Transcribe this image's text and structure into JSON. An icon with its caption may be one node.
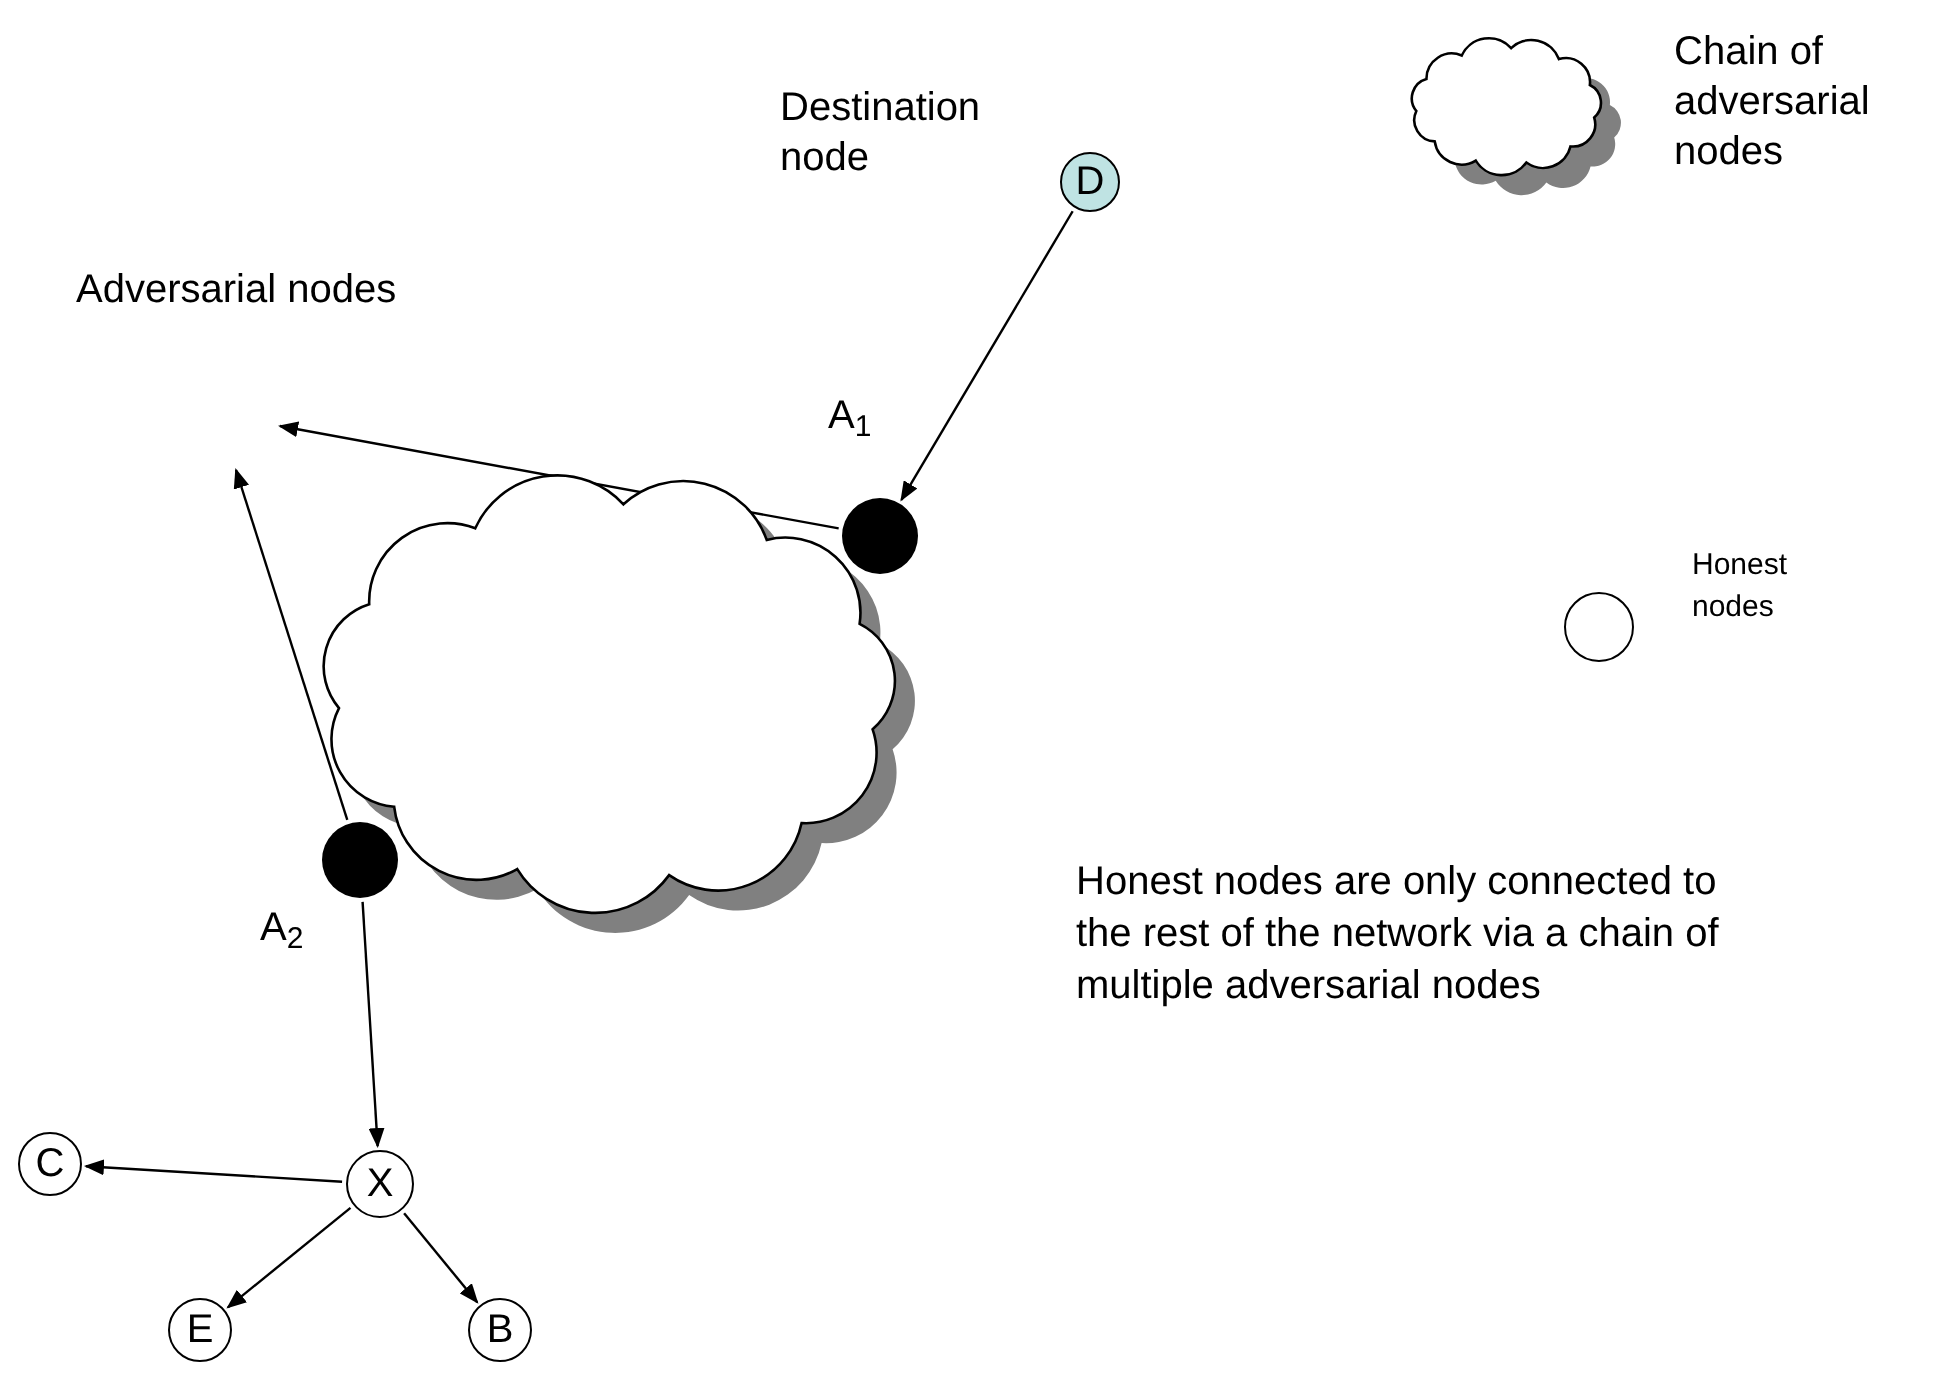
{
  "diagram": {
    "nodes": [
      {
        "text": [
          "D"
        ],
        "beside": [
          "Destination node"
        ]
      },
      {
        "text": [],
        "shape": "circle",
        "beside": [
          "A$_{1}$"
        ]
      },
      {
        "text": [],
        "shape": "cloud"
      },
      {
        "text": [],
        "shape": "circle",
        "beside": [
          "A$_{2}$"
        ]
      },
      {
        "text": [
          "X"
        ]
      },
      {
        "text": [
          "C"
        ]
      },
      {
        "text": [
          "E"
        ]
      },
      {
        "text": [
          "B"
        ]
      }
    ],
    "edges": [
      {
        "from": 0,
        "to": 1,
        "arrow": "to"
      },
      {
        "from": 1,
        "to": null,
        "arrow": "to"
      },
      {
        "from": 3,
        "to": null,
        "arrow": "to"
      },
      {
        "from": 3,
        "to": 4,
        "arrow": "to"
      },
      {
        "from": 4,
        "to": 5,
        "arrow": "to"
      },
      {
        "from": 4,
        "to": 6,
        "arrow": "to"
      },
      {
        "from": 4,
        "to": 7,
        "arrow": "to"
      }
    ],
    "labels": [
      "Adversarial nodes",
      "Honest nodes are only connected to the rest of the network via a chain of multiple adversarial nodes"
    ],
    "legend": [
      {
        "text": "Chain of adversarial nodes"
      },
      {
        "text": "Honest nodes"
      }
    ]
  }
}
